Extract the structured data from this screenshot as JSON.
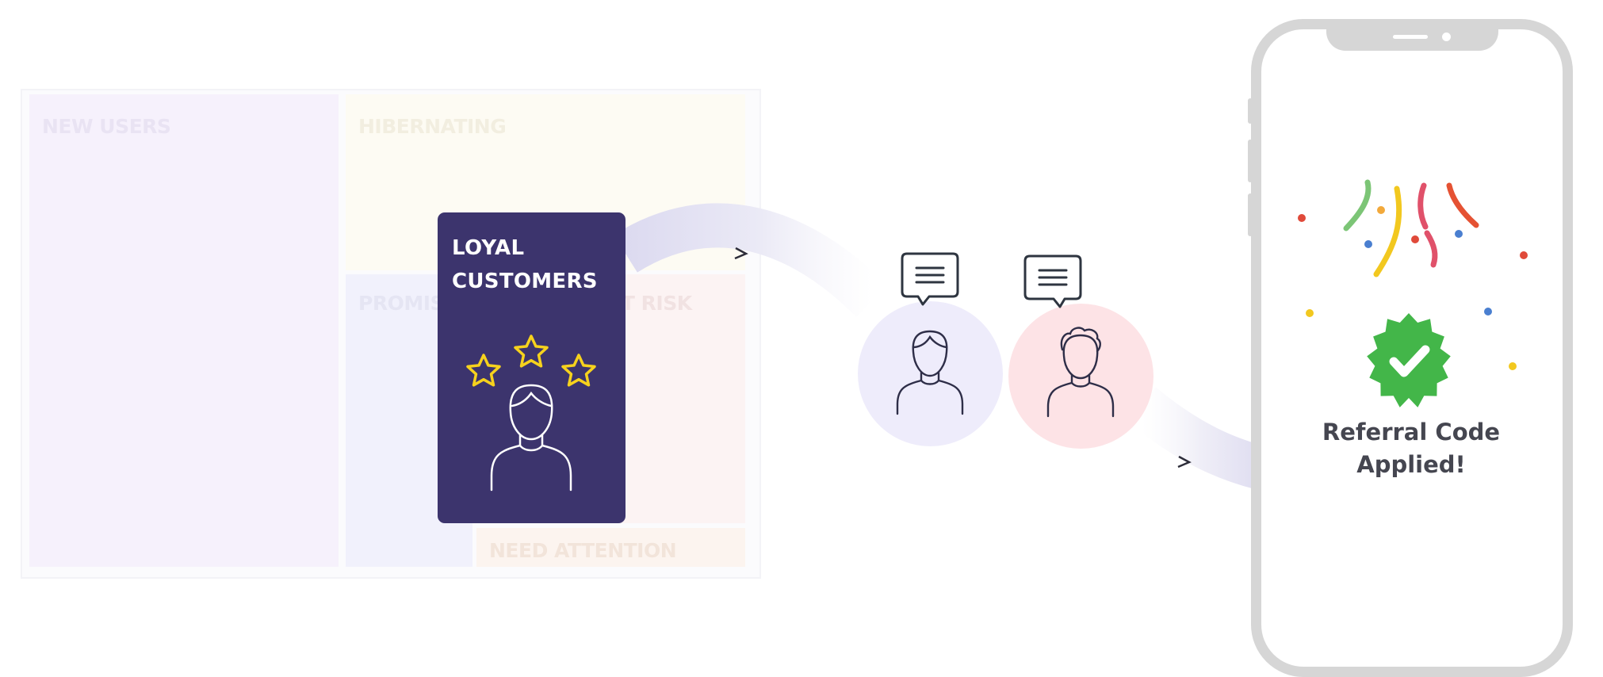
{
  "segments": {
    "new_users": "NEW USERS",
    "hibernating": "HIBERNATING",
    "promising": "PROMISING",
    "at_risk": "AT RISK",
    "need_attention": "NEED ATTENTION"
  },
  "loyal_card": {
    "line1": "LOYAL",
    "line2": "CUSTOMERS",
    "star_color": "#f6d21d",
    "background": "#3c346d"
  },
  "phone": {
    "status_text_line1": "Referral Code",
    "status_text_line2": "Applied!",
    "badge_color": "#43b649"
  },
  "icons": [
    "chat-bubble-icon",
    "user-icon",
    "star-icon",
    "check-badge-icon",
    "confetti"
  ]
}
